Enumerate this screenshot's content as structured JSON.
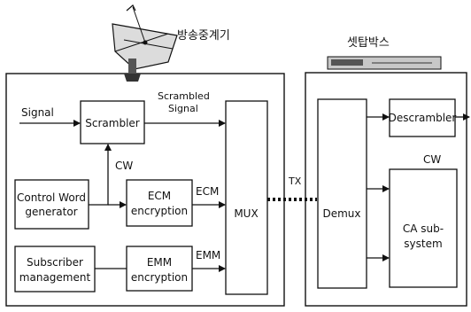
{
  "headend": {
    "title": "방송중계기",
    "signal_label": "Signal",
    "scrambled_signal_label": [
      "Scrambled",
      "Signal"
    ],
    "cw_label": "CW",
    "ecm_label": "ECM",
    "emm_label": "EMM",
    "scrambler": "Scrambler",
    "cw_generator": [
      "Control Word",
      "generator"
    ],
    "ecm_encryption": [
      "ECM",
      "encryption"
    ],
    "subscriber_management": [
      "Subscriber",
      "management"
    ],
    "emm_encryption": [
      "EMM",
      "encryption"
    ],
    "mux": "MUX"
  },
  "link": {
    "tx_label": "TX"
  },
  "settop": {
    "title": "셋탑박스",
    "demux": "Demux",
    "descrambler": "Descrambler",
    "cw_label": "CW",
    "ca_subsystem": [
      "CA sub-",
      "system"
    ]
  },
  "colors": {
    "line": "#111111",
    "background": "#ffffff",
    "device": "#c8c8c8"
  },
  "icons": [
    "satellite-dish-icon",
    "settop-box-icon"
  ]
}
